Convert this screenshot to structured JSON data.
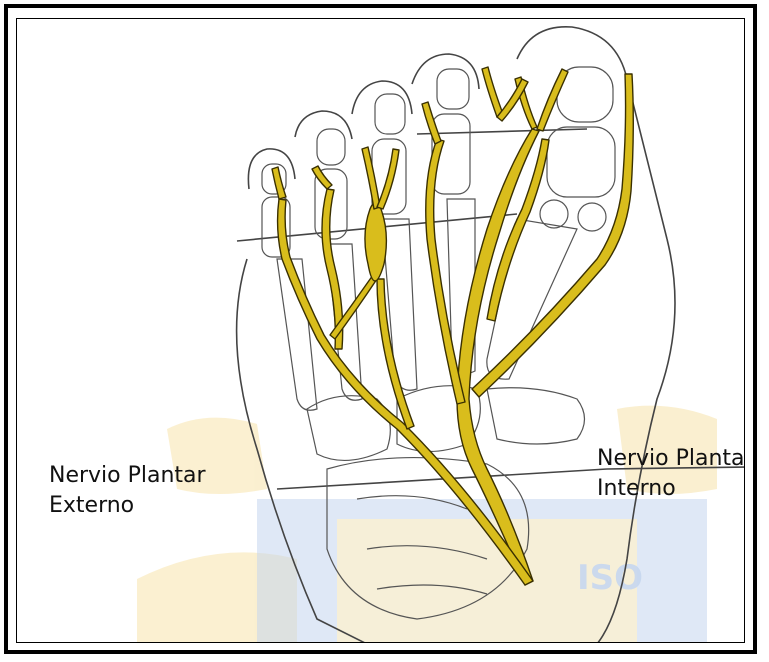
{
  "labels": {
    "external_line1": "Nervio Plantar",
    "external_line2": "Externo",
    "internal_line1": "Nervio Plantar",
    "internal_line2": "Interno"
  },
  "watermark": {
    "text": "ISO"
  },
  "colors": {
    "nerve_fill": "#d9bd1c",
    "nerve_outline": "#3a3000",
    "bone_line": "#444444",
    "watermark_blue": "#5b8bd0",
    "watermark_gold": "#f3d37a"
  }
}
